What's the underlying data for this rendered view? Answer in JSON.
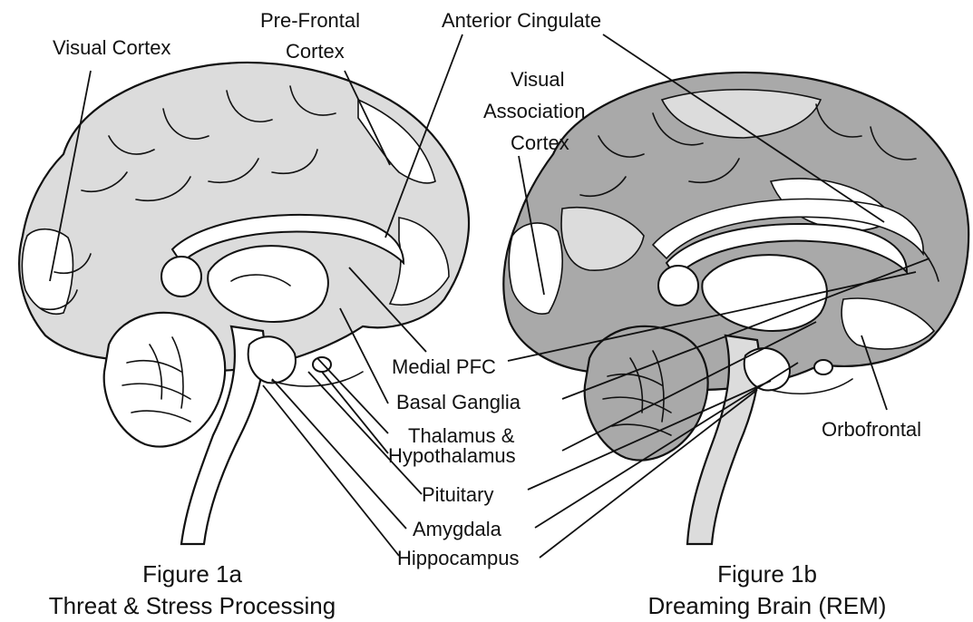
{
  "labels": {
    "visual_cortex": "Visual Cortex",
    "prefrontal_line1": "Pre-Frontal",
    "prefrontal_line2": "Cortex",
    "anterior_cingulate": "Anterior Cingulate",
    "visual_assoc_line1": "Visual",
    "visual_assoc_line2": "Association",
    "visual_assoc_line3": "Cortex",
    "medial_pfc": "Medial PFC",
    "basal_ganglia": "Basal Ganglia",
    "thalamus_line1": "Thalamus &",
    "thalamus_line2": "Hypothalamus",
    "pituitary": "Pituitary",
    "amygdala": "Amygdala",
    "hippocampus": "Hippocampus",
    "orbofrontal": "Orbofrontal"
  },
  "captions": {
    "fig1a_title": "Figure 1a",
    "fig1a_subtitle": "Threat & Stress Processing",
    "fig1b_title": "Figure 1b",
    "fig1b_subtitle": "Dreaming Brain (REM)"
  },
  "colors": {
    "background": "#ffffff",
    "outline": "#111111",
    "light_gray": "#dcdcdc",
    "medium_gray": "#a9a9a9",
    "white": "#ffffff"
  }
}
